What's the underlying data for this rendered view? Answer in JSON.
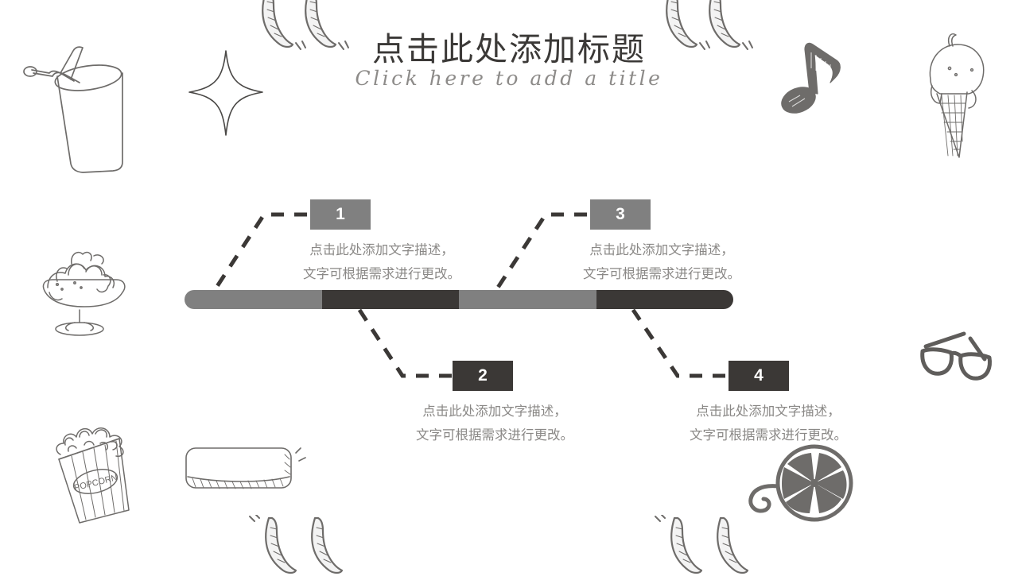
{
  "slide": {
    "background_color": "#ffffff",
    "title": {
      "cn": "点击此处添加标题",
      "en": "Click here to add a title"
    },
    "palette": {
      "gray": "#808080",
      "dark": "#3b3836",
      "text_gray": "#8a8886",
      "title_dark": "#3b3937",
      "title_sub": "#8d8b89",
      "doodle_line": "#6e6c6a"
    },
    "progress_bar": {
      "segments": [
        {
          "label": "segment-1",
          "color": "#808080",
          "width_pct": 25
        },
        {
          "label": "segment-2",
          "color": "#3b3836",
          "width_pct": 25
        },
        {
          "label": "segment-3",
          "color": "#808080",
          "width_pct": 25
        },
        {
          "label": "segment-4",
          "color": "#3b3836",
          "width_pct": 25
        }
      ]
    },
    "steps": [
      {
        "number": "1",
        "chip_color": "#808080",
        "position": "above",
        "line1": "点击此处添加文字描述，",
        "line2": "文字可根据需求进行更改。"
      },
      {
        "number": "2",
        "chip_color": "#3b3836",
        "position": "below",
        "line1": "点击此处添加文字描述，",
        "line2": "文字可根据需求进行更改。"
      },
      {
        "number": "3",
        "chip_color": "#808080",
        "position": "above",
        "line1": "点击此处添加文字描述，",
        "line2": "文字可根据需求进行更改。"
      },
      {
        "number": "4",
        "chip_color": "#3b3836",
        "position": "below",
        "line1": "点击此处添加文字描述，",
        "line2": "文字可根据需求进行更改。"
      }
    ],
    "doodles": [
      {
        "name": "drink-cup-with-straw-doodle"
      },
      {
        "name": "sparkle-star-doodle"
      },
      {
        "name": "banana-pair-doodle-top-left"
      },
      {
        "name": "banana-pair-doodle-top-right"
      },
      {
        "name": "music-note-doodle"
      },
      {
        "name": "ice-cream-cone-doodle"
      },
      {
        "name": "ice-cream-sundae-doodle"
      },
      {
        "name": "popcorn-box-doodle"
      },
      {
        "name": "ticket-doodle"
      },
      {
        "name": "glasses-doodle"
      },
      {
        "name": "film-reel-doodle"
      },
      {
        "name": "banana-pair-doodle-bottom-left"
      },
      {
        "name": "banana-pair-doodle-bottom-right"
      }
    ],
    "popcorn_label": "POPCORN"
  }
}
